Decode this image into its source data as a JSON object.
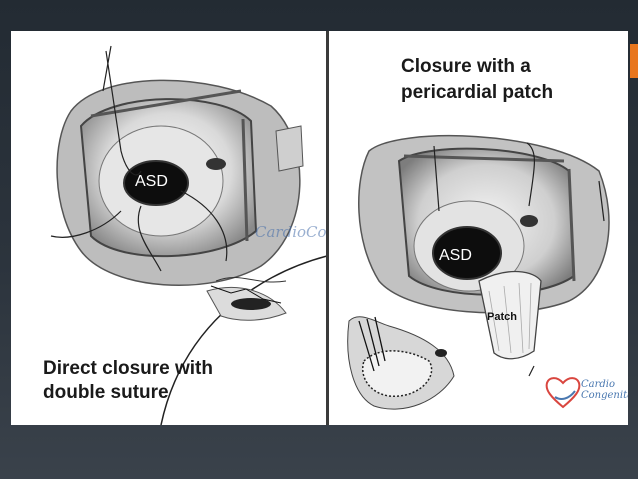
{
  "slide": {
    "colors": {
      "background": "#2c343d",
      "accent": "#e8761e",
      "panel": "#ffffff"
    }
  },
  "left_figure": {
    "defect_label": "ASD",
    "caption_line1": "Direct closure with",
    "caption_line2": "double suture"
  },
  "right_figure": {
    "title_line1": "Closure with a",
    "title_line2": "pericardial patch",
    "defect_label": "ASD",
    "patch_label": "Patch"
  },
  "watermark": {
    "text": "CardioCongenitas.com.br"
  },
  "logo": {
    "icon": "heart-icon",
    "line1": "Cardio",
    "line2": "Congenital"
  }
}
